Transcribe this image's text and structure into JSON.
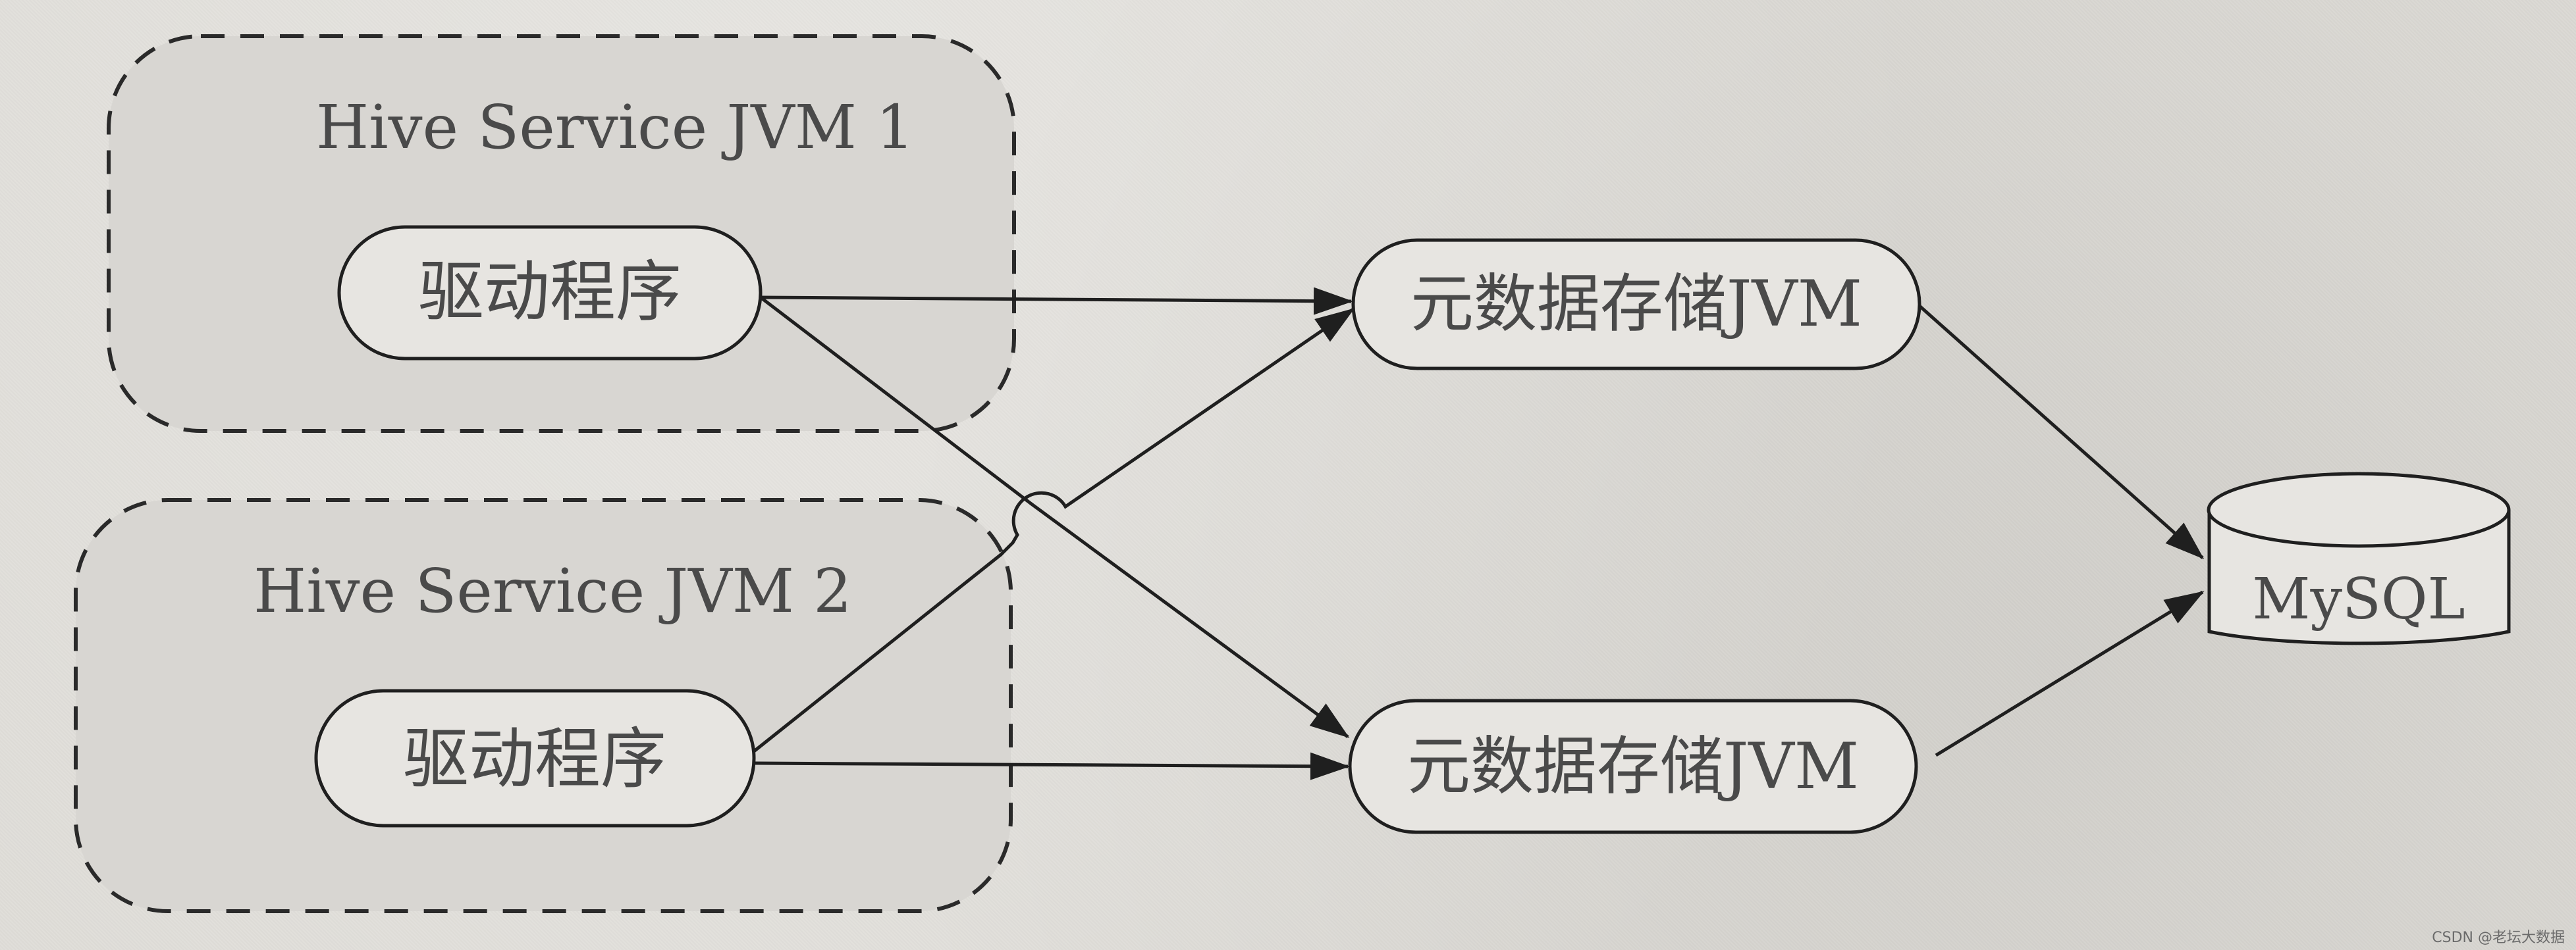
{
  "diagram": {
    "groups": [
      {
        "id": "jvm1",
        "title": "Hive Service JVM 1",
        "driver_label": "驱动程序"
      },
      {
        "id": "jvm2",
        "title": "Hive Service JVM 2",
        "driver_label": "驱动程序"
      }
    ],
    "metastore_nodes": [
      {
        "id": "ms1",
        "label": "元数据存储JVM"
      },
      {
        "id": "ms2",
        "label": "元数据存储JVM"
      }
    ],
    "database": {
      "label": "MySQL"
    },
    "watermark": "CSDN @老坛大数据",
    "colors": {
      "background": "#dfddd8",
      "node_fill": "#e7e5e1",
      "stroke": "#1f1f1f",
      "text": "#4a4a4a"
    }
  }
}
